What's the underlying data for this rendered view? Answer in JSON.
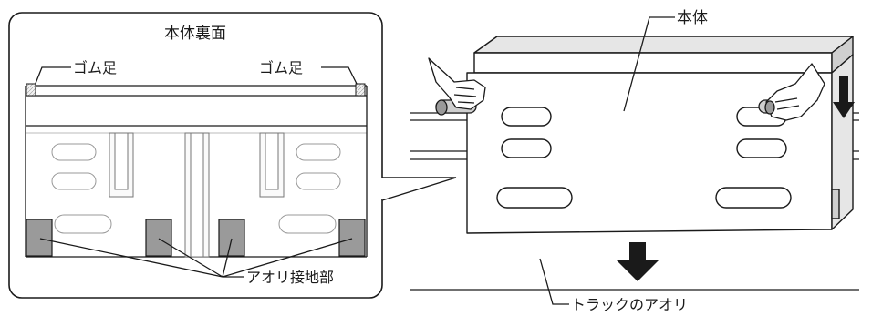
{
  "inset": {
    "title": "本体裏面",
    "rubber_foot_left": "ゴム足",
    "rubber_foot_right": "ゴム足",
    "tailgate_contact_label": "アオリ接地部"
  },
  "main": {
    "body_label": "本体",
    "truck_tailgate_label": "トラックのアオリ"
  },
  "colors": {
    "line": "#1a1a1a",
    "panel_fill": "#ffffff",
    "shade_light": "#e6e6e6",
    "shade_mid": "#cfcfcf",
    "contact_pad": "#9a9a9a",
    "arrow": "#1a1a1a"
  }
}
